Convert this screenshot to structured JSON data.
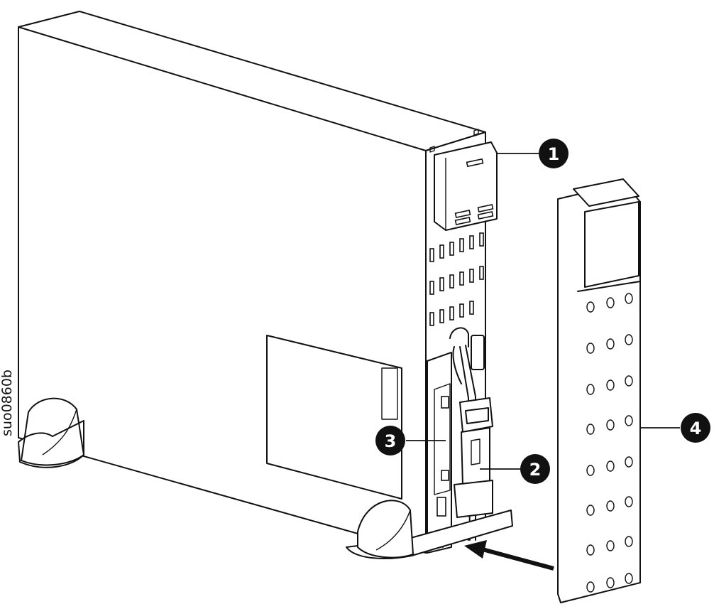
{
  "figure_id": "suo0860b",
  "callouts": [
    {
      "id": "1",
      "label": "1"
    },
    {
      "id": "2",
      "label": "2"
    },
    {
      "id": "3",
      "label": "3"
    },
    {
      "id": "4",
      "label": "4"
    }
  ],
  "colors": {
    "line": "#111111",
    "fill": "#ffffff",
    "callout": "#111111"
  }
}
